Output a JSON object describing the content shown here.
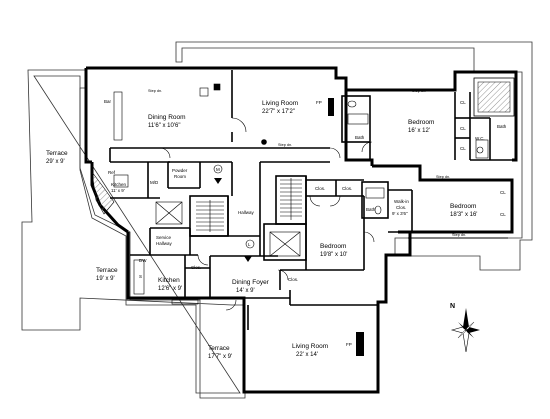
{
  "rooms": {
    "dining_room": {
      "name": "Dining Room",
      "dims": "11'6\" x 10'6\""
    },
    "living_room_top": {
      "name": "Living Room",
      "dims": "22'7\" x 17'2\""
    },
    "bedroom_top": {
      "name": "Bedroom",
      "dims": "16' x 12'"
    },
    "bedroom_right": {
      "name": "Bedroom",
      "dims": "18'3\" x 16'"
    },
    "bedroom_center": {
      "name": "Bedroom",
      "dims": "19'8\" x 10'"
    },
    "terrace_left": {
      "name": "Terrace",
      "dims": "29' x 9'"
    },
    "kitchen_small": {
      "name": "Kitchen",
      "dims": "11' x 9'"
    },
    "powder_room": {
      "name": "Powder",
      "name2": "Room"
    },
    "service_hallway": {
      "name": "Service",
      "name2": "Hallway"
    },
    "hallway": {
      "name": "Hallway"
    },
    "terrace_mid": {
      "name": "Terrace",
      "dims": "19' x 9'"
    },
    "kitchen": {
      "name": "Kitchen",
      "dims": "12'6\" x 9'"
    },
    "dining_foyer": {
      "name": "Dining Foyer",
      "dims": "14' x 9'"
    },
    "walkin_closet": {
      "name": "Walk-in",
      "name2": "Clos.",
      "dims": "9' x 3'6\""
    },
    "terrace_bottom": {
      "name": "Terrace",
      "dims": "17'7\" x 9'"
    },
    "living_room_bottom": {
      "name": "Living Room",
      "dims": "22' x 14'"
    }
  },
  "labels": {
    "bar": "Bar",
    "bath": "Bath",
    "wc": "W.C.",
    "cl": "CL",
    "clos": "Clos.",
    "step_dn": "Step dn.",
    "fp": "FP",
    "md": "M/D",
    "ref": "Ref",
    "dw": "DW",
    "s": "S",
    "elevator_m": "M",
    "elevator_l": "L",
    "north": "N"
  }
}
